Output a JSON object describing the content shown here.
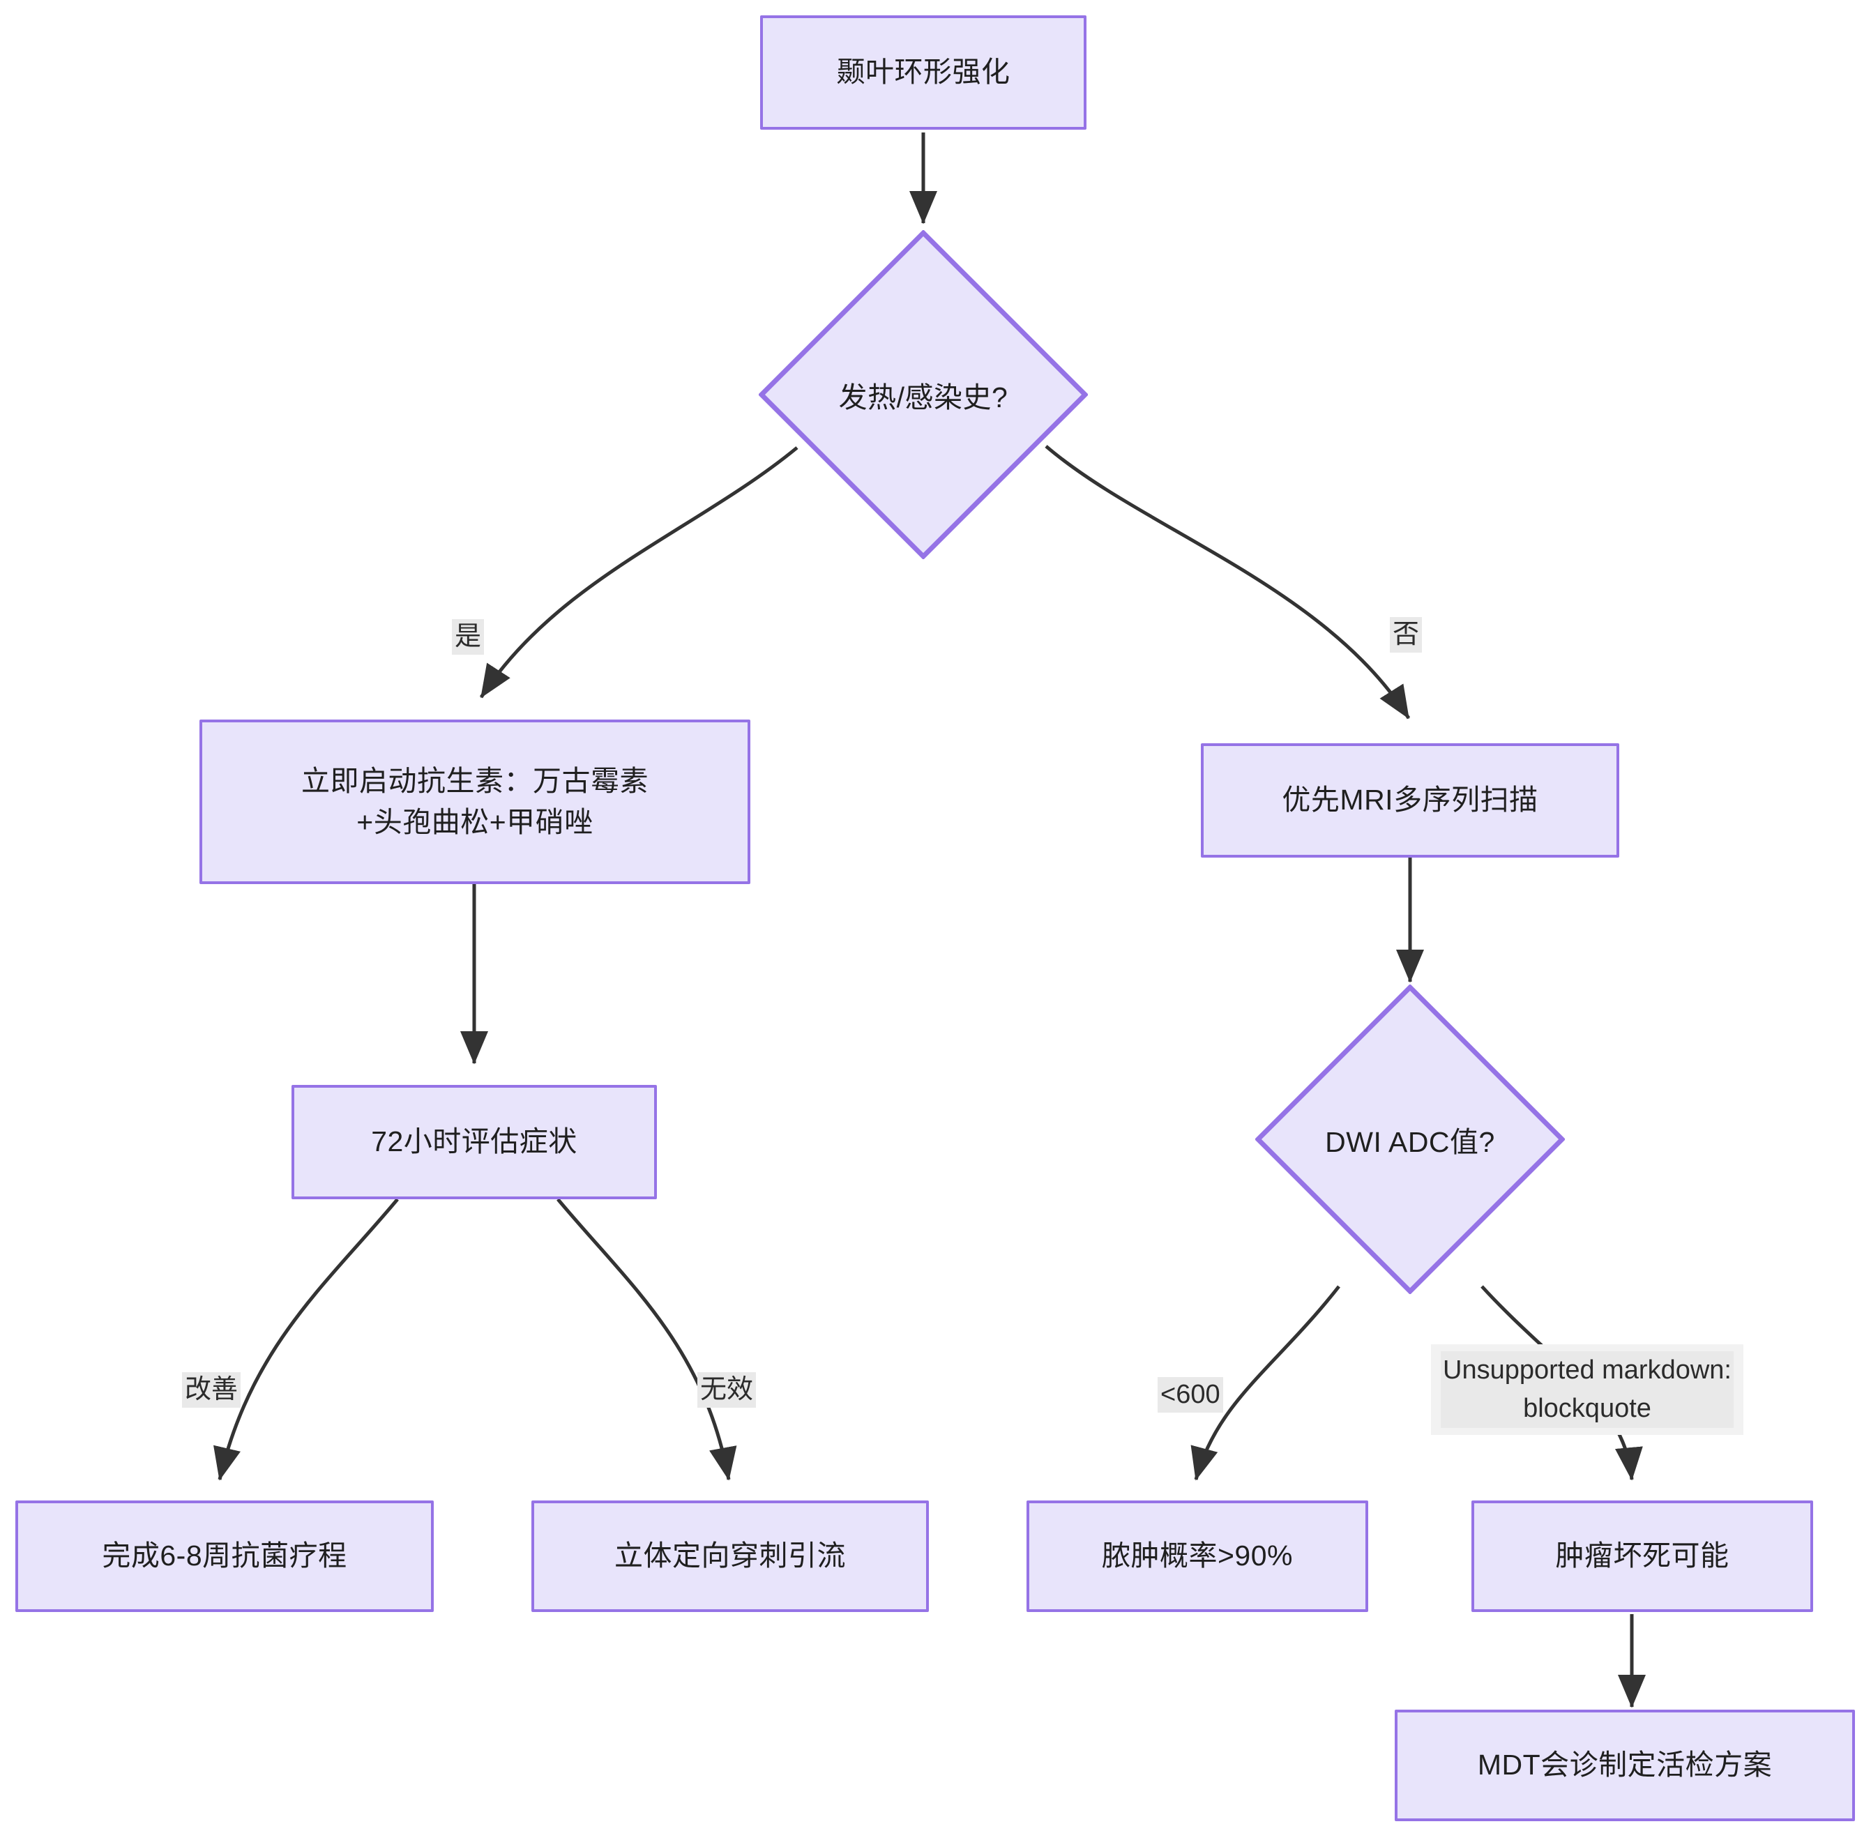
{
  "diagram": {
    "type": "flowchart",
    "direction": "top-down",
    "theme": {
      "node_fill": "#e8e4fb",
      "node_border": "#9573e6",
      "edge_color": "#333333",
      "edge_label_bg": "#e9e9e9",
      "text_color": "#1f1f1f",
      "background": "#ffffff"
    },
    "nodes": [
      {
        "id": "start",
        "shape": "rect",
        "label": "颞叶环形强化"
      },
      {
        "id": "fever",
        "shape": "diamond",
        "label": "发热/感染史?"
      },
      {
        "id": "antibiotic",
        "shape": "rect",
        "label": "立即启动抗生素：万古霉素\n+头孢曲松+甲硝唑"
      },
      {
        "id": "mri",
        "shape": "rect",
        "label": "优先MRI多序列扫描"
      },
      {
        "id": "assess72",
        "shape": "rect",
        "label": "72小时评估症状"
      },
      {
        "id": "adc",
        "shape": "diamond",
        "label": "DWI ADC值?"
      },
      {
        "id": "course",
        "shape": "rect",
        "label": "完成6-8周抗菌疗程"
      },
      {
        "id": "drain",
        "shape": "rect",
        "label": "立体定向穿刺引流"
      },
      {
        "id": "abscess",
        "shape": "rect",
        "label": "脓肿概率>90%"
      },
      {
        "id": "necrosis",
        "shape": "rect",
        "label": "肿瘤坏死可能"
      },
      {
        "id": "mdt",
        "shape": "rect",
        "label": "MDT会诊制定活检方案"
      }
    ],
    "edges": [
      {
        "from": "start",
        "to": "fever",
        "label": ""
      },
      {
        "from": "fever",
        "to": "antibiotic",
        "label": "是"
      },
      {
        "from": "fever",
        "to": "mri",
        "label": "否"
      },
      {
        "from": "antibiotic",
        "to": "assess72",
        "label": ""
      },
      {
        "from": "mri",
        "to": "adc",
        "label": ""
      },
      {
        "from": "assess72",
        "to": "course",
        "label": "改善"
      },
      {
        "from": "assess72",
        "to": "drain",
        "label": "无效"
      },
      {
        "from": "adc",
        "to": "abscess",
        "label": "<600"
      },
      {
        "from": "adc",
        "to": "necrosis",
        "label": "Unsupported markdown:\nblockquote"
      },
      {
        "from": "necrosis",
        "to": "mdt",
        "label": ""
      }
    ]
  }
}
